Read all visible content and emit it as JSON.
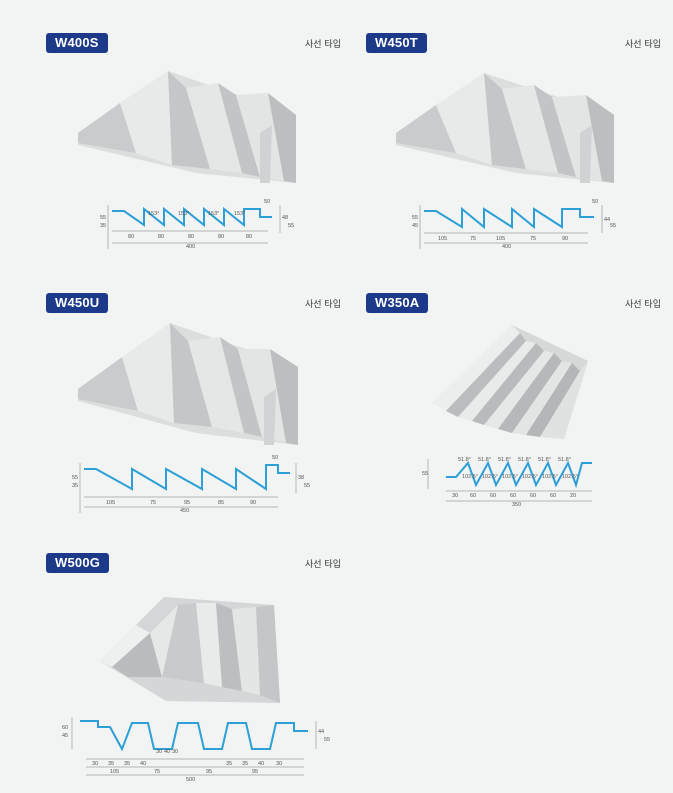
{
  "products": [
    {
      "code": "W400S",
      "type_label": "사선 타입",
      "segments": [
        "80",
        "80",
        "80",
        "80",
        "80"
      ],
      "total": "400",
      "left_dims": [
        "55",
        "35"
      ],
      "right_dims": [
        "48",
        "55"
      ],
      "top_dim": "50",
      "angle_labels": [
        "153°",
        "153°",
        "153°",
        "153°"
      ]
    },
    {
      "code": "W450T",
      "type_label": "사선 타입",
      "segments": [
        "105",
        "75",
        "105",
        "75",
        "90"
      ],
      "total": "400",
      "left_dims": [
        "55",
        "45"
      ],
      "right_dims": [
        "44",
        "55"
      ],
      "top_dim": "50",
      "angle_labels": []
    },
    {
      "code": "W450U",
      "type_label": "사선 타입",
      "segments": [
        "105",
        "75",
        "95",
        "85",
        "90"
      ],
      "total": "450",
      "left_dims": [
        "55",
        "35"
      ],
      "right_dims": [
        "38",
        "55"
      ],
      "top_dim": "50",
      "angle_labels": []
    },
    {
      "code": "W350A",
      "type_label": "사선 타입",
      "segments": [
        "30",
        "60",
        "60",
        "60",
        "60",
        "60",
        "20"
      ],
      "total": "350",
      "left_dims": [
        "55"
      ],
      "right_dims": [],
      "top_dim": "",
      "angle_labels": [
        "51.8°",
        "51.8°",
        "51.8°",
        "51.8°",
        "51.8°",
        "51.8°"
      ],
      "angle_labels_low": [
        "102.5°",
        "102.5°",
        "102.5°",
        "102.5°",
        "102.5°",
        "102.5°"
      ]
    },
    {
      "code": "W500G",
      "type_label": "사선 타입",
      "segments": [
        "30",
        "35",
        "35",
        "40",
        "30",
        "40",
        "30",
        "35",
        "35",
        "40",
        "30"
      ],
      "inner_segments": [
        "105",
        "75",
        "95",
        "95"
      ],
      "total": "500",
      "left_dims": [
        "60",
        "45"
      ],
      "right_dims": [
        "44",
        "55"
      ],
      "top_dim": "",
      "angle_labels": []
    }
  ],
  "colors": {
    "badge": "#1d3a8a",
    "profile": "#2b9fd6",
    "panel_light": "#e2e3e3",
    "panel_dark": "#b9bcbd"
  }
}
